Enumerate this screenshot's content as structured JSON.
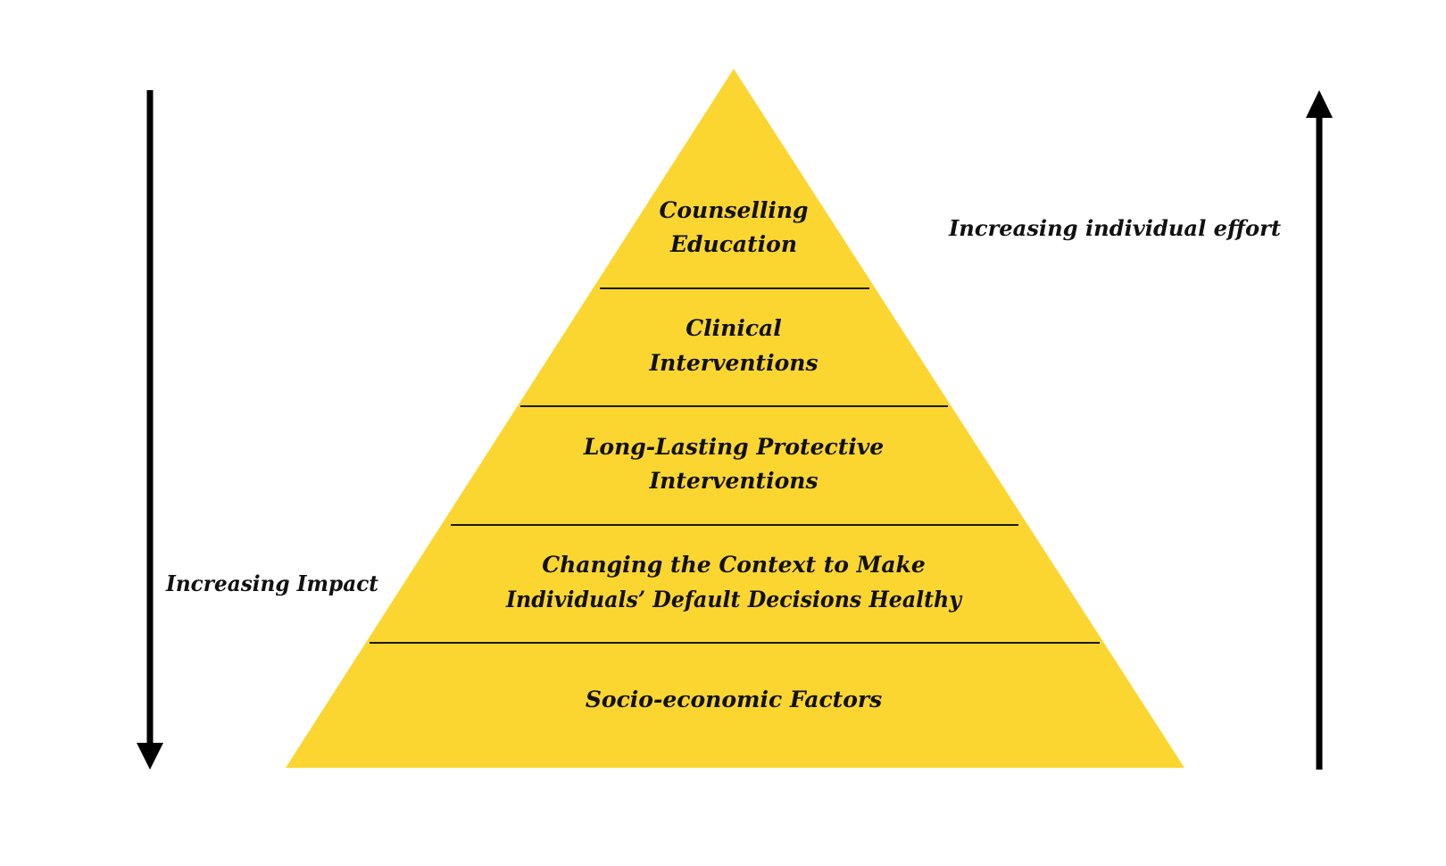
{
  "colors": {
    "pyramid_fill": "#FCD630",
    "divider": "#1a1a1a",
    "text": "#111111",
    "arrow": "#000000",
    "background": "#ffffff"
  },
  "pyramid": {
    "tiers": [
      {
        "lines": [
          "Counselling",
          "Education"
        ]
      },
      {
        "lines": [
          "Clinical",
          "Interventions"
        ]
      },
      {
        "lines": [
          "Long-Lasting Protective",
          "Interventions"
        ]
      },
      {
        "lines": [
          "Changing the Context to Make",
          "Individuals’ Default Decisions Healthy"
        ]
      },
      {
        "lines": [
          "Socio-economic Factors"
        ]
      }
    ]
  },
  "left_axis": {
    "label": "Increasing Impact",
    "direction": "down"
  },
  "right_axis": {
    "label": "Increasing individual effort",
    "direction": "up"
  }
}
